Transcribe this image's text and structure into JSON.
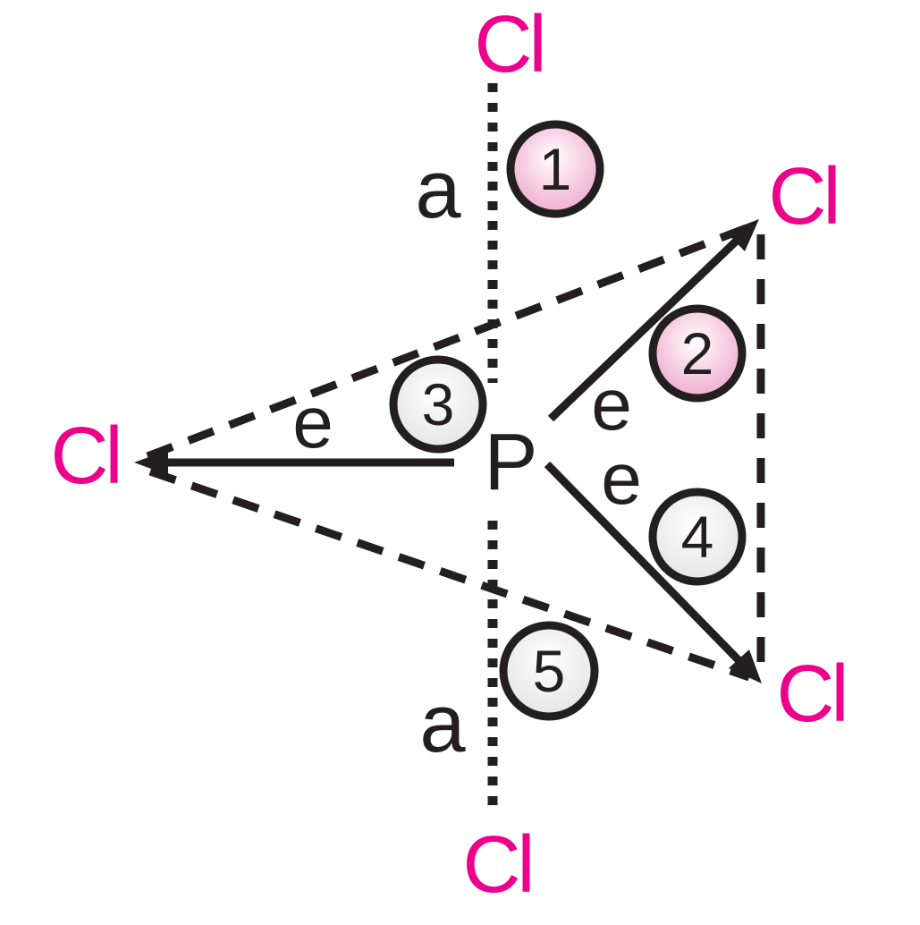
{
  "diagram": {
    "central_atom": "P",
    "ligands": {
      "axial_top": "Cl",
      "axial_bottom": "Cl",
      "equatorial_left": "Cl",
      "equatorial_upper_right": "Cl",
      "equatorial_lower_right": "Cl"
    },
    "bond_labels": {
      "axial_top": "a",
      "axial_bottom": "a",
      "equatorial_left": "e",
      "equatorial_upper_right": "e",
      "equatorial_lower_right": "e"
    },
    "markers": [
      {
        "number": "1",
        "color": "pink",
        "position": "axial-top"
      },
      {
        "number": "2",
        "color": "pink",
        "position": "equatorial-upper-right"
      },
      {
        "number": "3",
        "color": "gray",
        "position": "equatorial-left"
      },
      {
        "number": "4",
        "color": "gray",
        "position": "equatorial-lower-right"
      },
      {
        "number": "5",
        "color": "gray",
        "position": "axial-bottom"
      }
    ],
    "colors": {
      "chlorine_label": "#EC008C",
      "ink": "#231F20",
      "marker_pink": "#F2BAD7",
      "marker_pink_edge": "#EDAFD0",
      "marker_pink_mid": "#FBE4EF",
      "marker_gray": "#E9E9EA",
      "marker_gray_edge": "#DBDBDC",
      "marker_gray_mid": "#F6F6F6",
      "highlight": "#FFFFFF",
      "background": "#FFFFFF"
    }
  }
}
